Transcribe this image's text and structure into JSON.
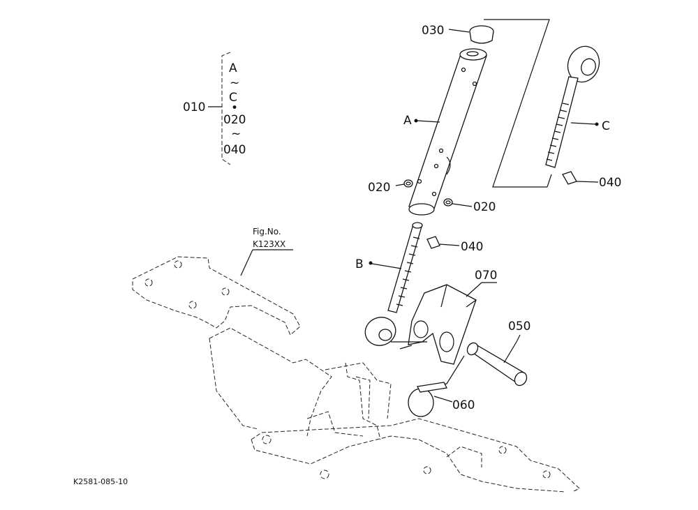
{
  "diagram": {
    "fig_no_label": "Fig.No.",
    "fig_no_value": "K123XX",
    "drawing_code": "K2581-085-10",
    "group": {
      "ref": "010",
      "line1": "A",
      "tilde1": "~",
      "line2": "C",
      "dot": "•",
      "line3": "020",
      "tilde2": "~",
      "line4": "040"
    },
    "callouts": {
      "p030": "030",
      "pA": "A",
      "pC": "C",
      "p020_left": "020",
      "p020_right": "020",
      "p040_top": "040",
      "p040_mid": "040",
      "pB": "B",
      "p070": "070",
      "p050": "050",
      "p060": "060"
    }
  }
}
